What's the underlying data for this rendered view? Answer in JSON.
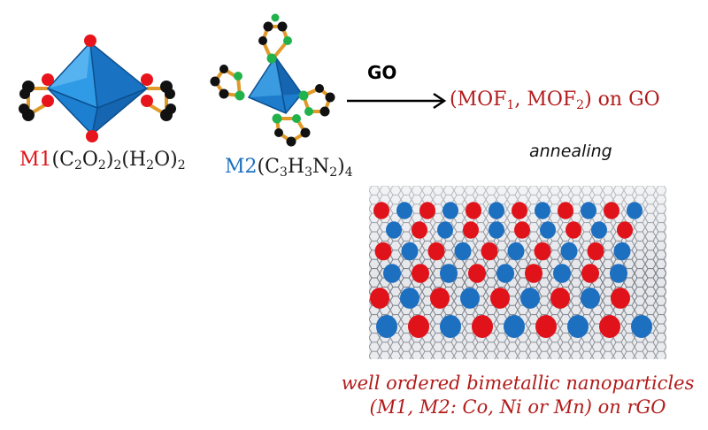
{
  "m1_formula": {
    "metal": "M1",
    "p1": "(C",
    "s1": "2",
    "p2": "O",
    "s2": "2",
    "p3": ")",
    "s3": "2",
    "p4": "(H",
    "s4": "2",
    "p5": "O)",
    "s5": "2"
  },
  "m2_formula": {
    "metal": "M2",
    "p1": "(C",
    "s1": "3",
    "p2": "H",
    "s2": "3",
    "p3": "N",
    "s3": "2",
    "p4": ")",
    "s4": "4"
  },
  "reaction": {
    "reagent": "GO",
    "product_open": "(MOF",
    "product_s1": "1",
    "product_mid": ", MOF",
    "product_s2": "2",
    "product_close": ") on GO"
  },
  "step": "annealing",
  "caption": {
    "line1": "well ordered bimetallic nanoparticles",
    "line2": "(M1, M2: Co, Ni or Mn) on rGO"
  },
  "colors": {
    "metal1": "#e0131a",
    "metal2": "#1d6fc0",
    "product_text": "#b31b1b",
    "octahedron": "#1f8ad6",
    "tetrahedron": "#2a86d0",
    "carbon": "#111111",
    "nitrogen": "#22b24c",
    "bond": "#e09a2a"
  }
}
